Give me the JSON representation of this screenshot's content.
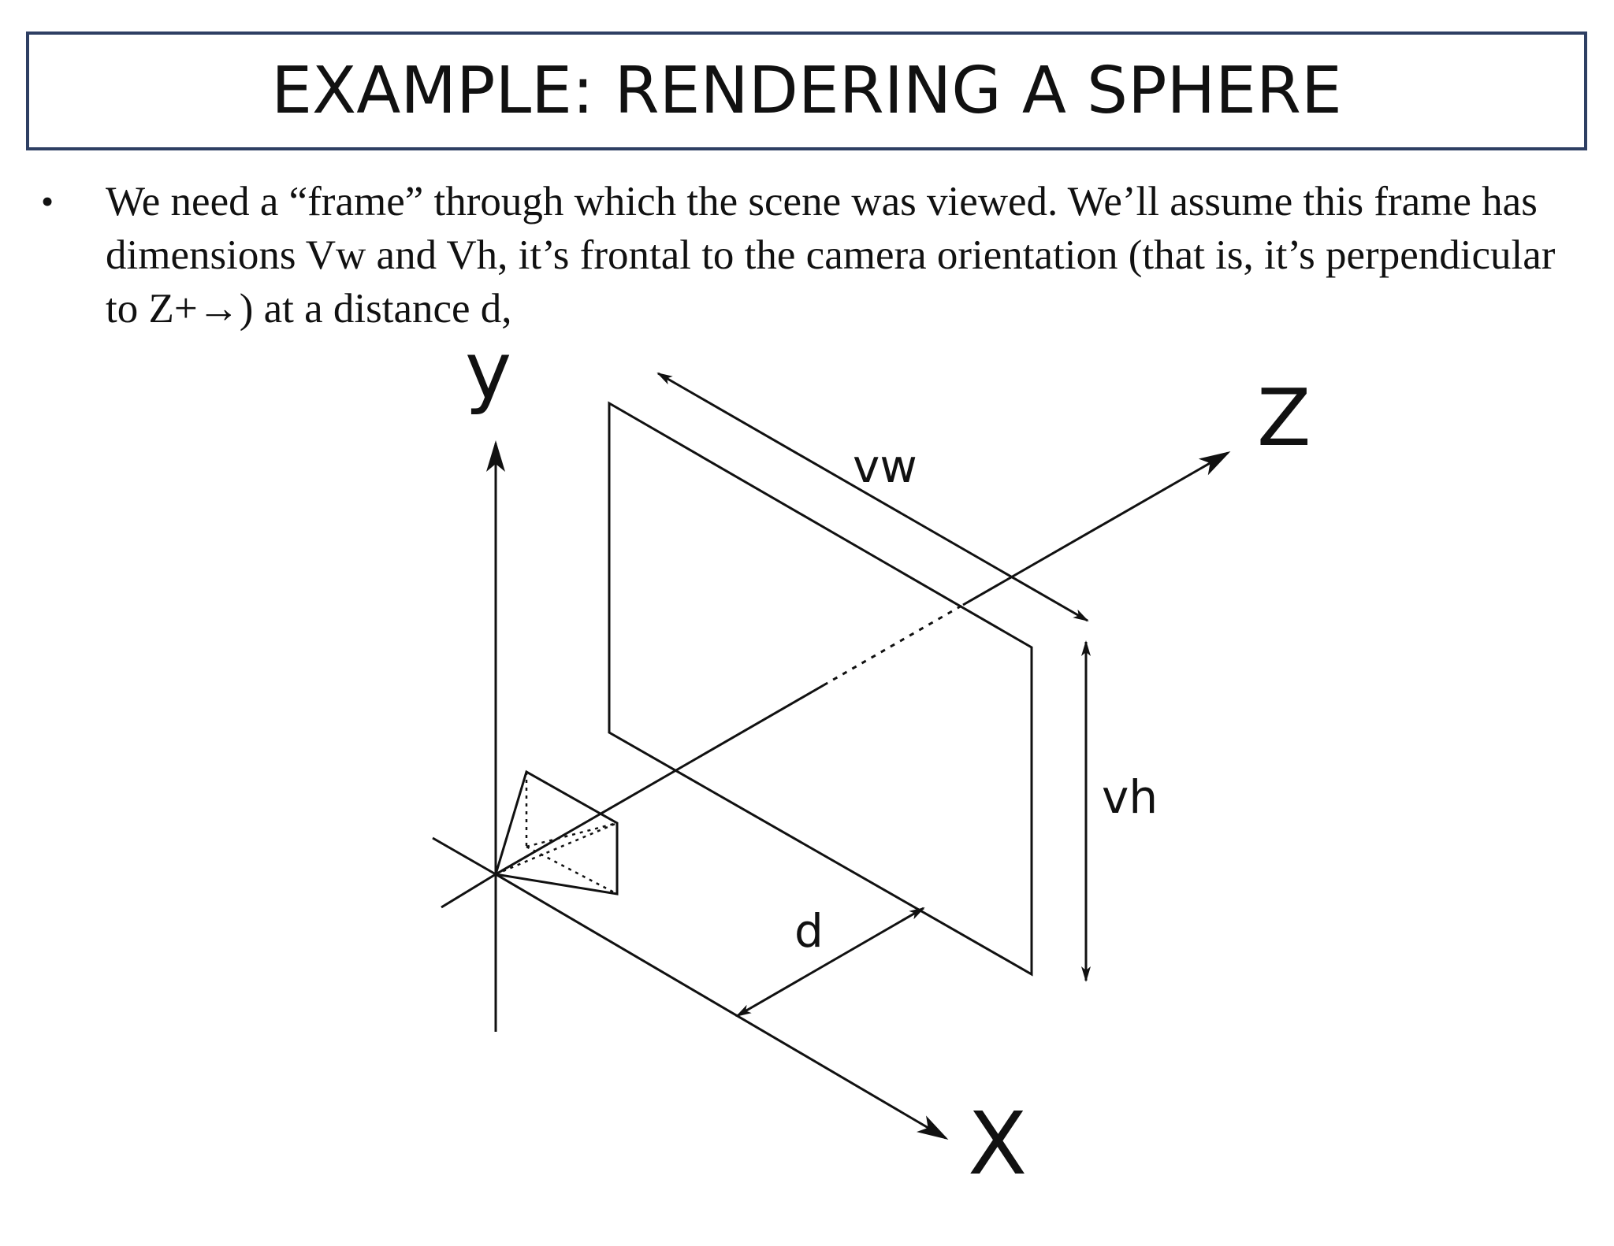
{
  "slide": {
    "title": "EXAMPLE: RENDERING A SPHERE",
    "bullet": "We need a “frame” through which the scene was viewed. We’ll assume this frame has dimensions Vw and Vh, it’s frontal to the camera orientation (that is, it’s perpendicular to Z+→) at a distance d,"
  },
  "diagram": {
    "labels": {
      "y": "y",
      "z": "Z",
      "x": "X",
      "vw": "vw",
      "vh": "vh",
      "d": "d"
    },
    "line_color": "#111111"
  }
}
